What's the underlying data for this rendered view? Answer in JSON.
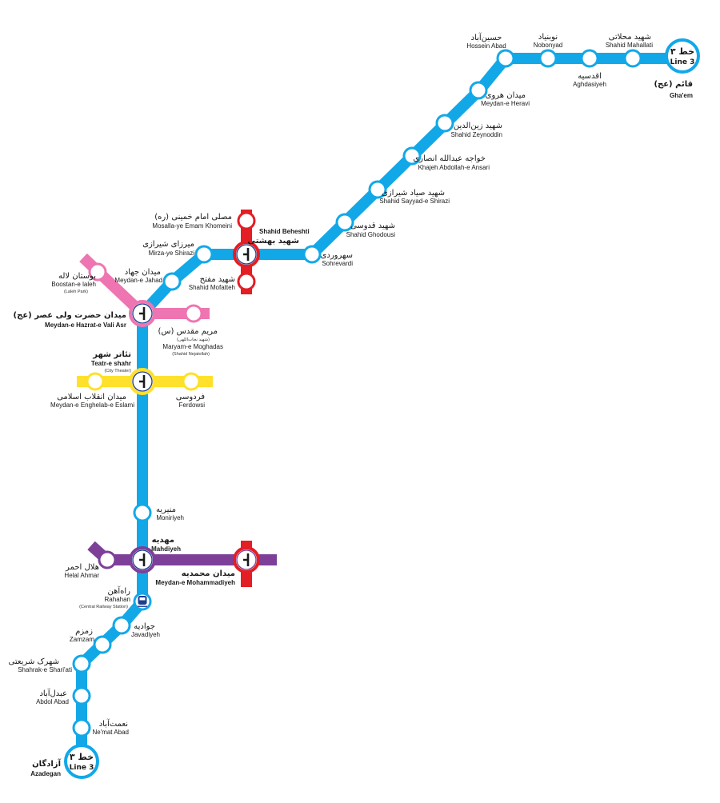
{
  "line": {
    "name_fa": "خط ۳",
    "name_en": "Line 3",
    "color": "#12a8e8"
  },
  "colors": {
    "line1": "#e31e24",
    "line4": "#ffe02a",
    "line6": "#ee75b1",
    "line7": "#7d3f98",
    "interchange_outline": "#1e3d8f"
  },
  "icons": {
    "interchange": "metro-interchange-icon",
    "railway": "train-icon"
  },
  "stations": {
    "ghaem": {
      "fa": "قائم (عج)",
      "en": "Gha'em"
    },
    "shahid_mahallati": {
      "fa": "شهید محلاتی",
      "en": "Shahid Mahallati"
    },
    "aghdasiyeh": {
      "fa": "اقدسیه",
      "en": "Aghdasiyeh"
    },
    "nobonyad": {
      "fa": "نوبنیاد",
      "en": "Nobonyad"
    },
    "hossein_abad": {
      "fa": "حسین‌آباد",
      "en": "Hossein Abad"
    },
    "meydan_heravi": {
      "fa": "میدان هروی",
      "en": "Meydan-e Heravi"
    },
    "shahid_zeynoddin": {
      "fa": "شهید زین‌الدین",
      "en": "Shahid Zeynoddin"
    },
    "khajeh_abdollah": {
      "fa": "خواجه عبدالله انصاری",
      "en": "Khajeh Abdollah-e Ansari"
    },
    "shahid_sayyad": {
      "fa": "شهید صیاد شیرازی",
      "en": "Shahid Sayyad-e Shirazi"
    },
    "shahid_ghodousi": {
      "fa": "شهید قدوسی",
      "en": "Shahid Ghodousi"
    },
    "sohrevardi": {
      "fa": "سهروردی",
      "en": "Sohrevardi"
    },
    "shahid_beheshti": {
      "fa": "شهید بهشتی",
      "en": "Shahid Beheshti"
    },
    "mosalla": {
      "fa": "مصلی امام خمینی (ره)",
      "en": "Mosalla-ye Emam Khomeini"
    },
    "shahid_mofatteh": {
      "fa": "شهید مفتح",
      "en": "Shahid Mofatteh"
    },
    "mirza_shirazi": {
      "fa": "میرزای شیرازی",
      "en": "Mirza-ye Shirazi"
    },
    "meydan_jahad": {
      "fa": "میدان جهاد",
      "en": "Meydan-e Jahad"
    },
    "boostan_laleh": {
      "fa": "بوستان لاله",
      "en": "Boostan-e laleh",
      "sub": "(Laleh Park)"
    },
    "vali_asr": {
      "fa": "میدان حضرت ولی عصر (عج)",
      "en": "Meydan-e Hazrat-e Vali Asr"
    },
    "maryam": {
      "fa": "مریم مقدس (س)",
      "fa_sub": "(شهید نجات‌اللهی)",
      "en": "Maryam-e Moghadas",
      "sub": "(Shahid Nejatollah)"
    },
    "teatr": {
      "fa": "تئاتر شهر",
      "en": "Teatr-e shahr",
      "sub": "(City Theater)"
    },
    "enghelab": {
      "fa": "میدان انقلاب اسلامی",
      "en": "Meydan-e Enghelab-e Eslami"
    },
    "ferdowsi": {
      "fa": "فردوسی",
      "en": "Ferdowsi"
    },
    "moniriyeh": {
      "fa": "منیریه",
      "en": "Moniriyeh"
    },
    "mahdiyeh": {
      "fa": "مهدیه",
      "en": "Mahdiyeh"
    },
    "helal_ahmar": {
      "fa": "هلال احمر",
      "en": "Helal Ahmar"
    },
    "meydan_mohammadiyeh": {
      "fa": "میدان محمدیه",
      "en": "Meydan-e Mohammadiyeh"
    },
    "rahahan": {
      "fa": "راه‌آهن",
      "en": "Rahahan",
      "sub": "(Central Railway Station)"
    },
    "javadiyeh": {
      "fa": "جوادیه",
      "en": "Javadiyeh"
    },
    "zamzam": {
      "fa": "زمزم",
      "en": "Zamzam"
    },
    "shahrak_shariati": {
      "fa": "شهرک شریعتی",
      "en": "Shahrak-e Shari'ati"
    },
    "abdol_abad": {
      "fa": "عبدل‌آباد",
      "en": "Abdol Abad"
    },
    "nemat_abad": {
      "fa": "نعمت‌آباد",
      "en": "Ne'mat Abad"
    },
    "azadegan": {
      "fa": "آزادگان",
      "en": "Azadegan"
    }
  }
}
